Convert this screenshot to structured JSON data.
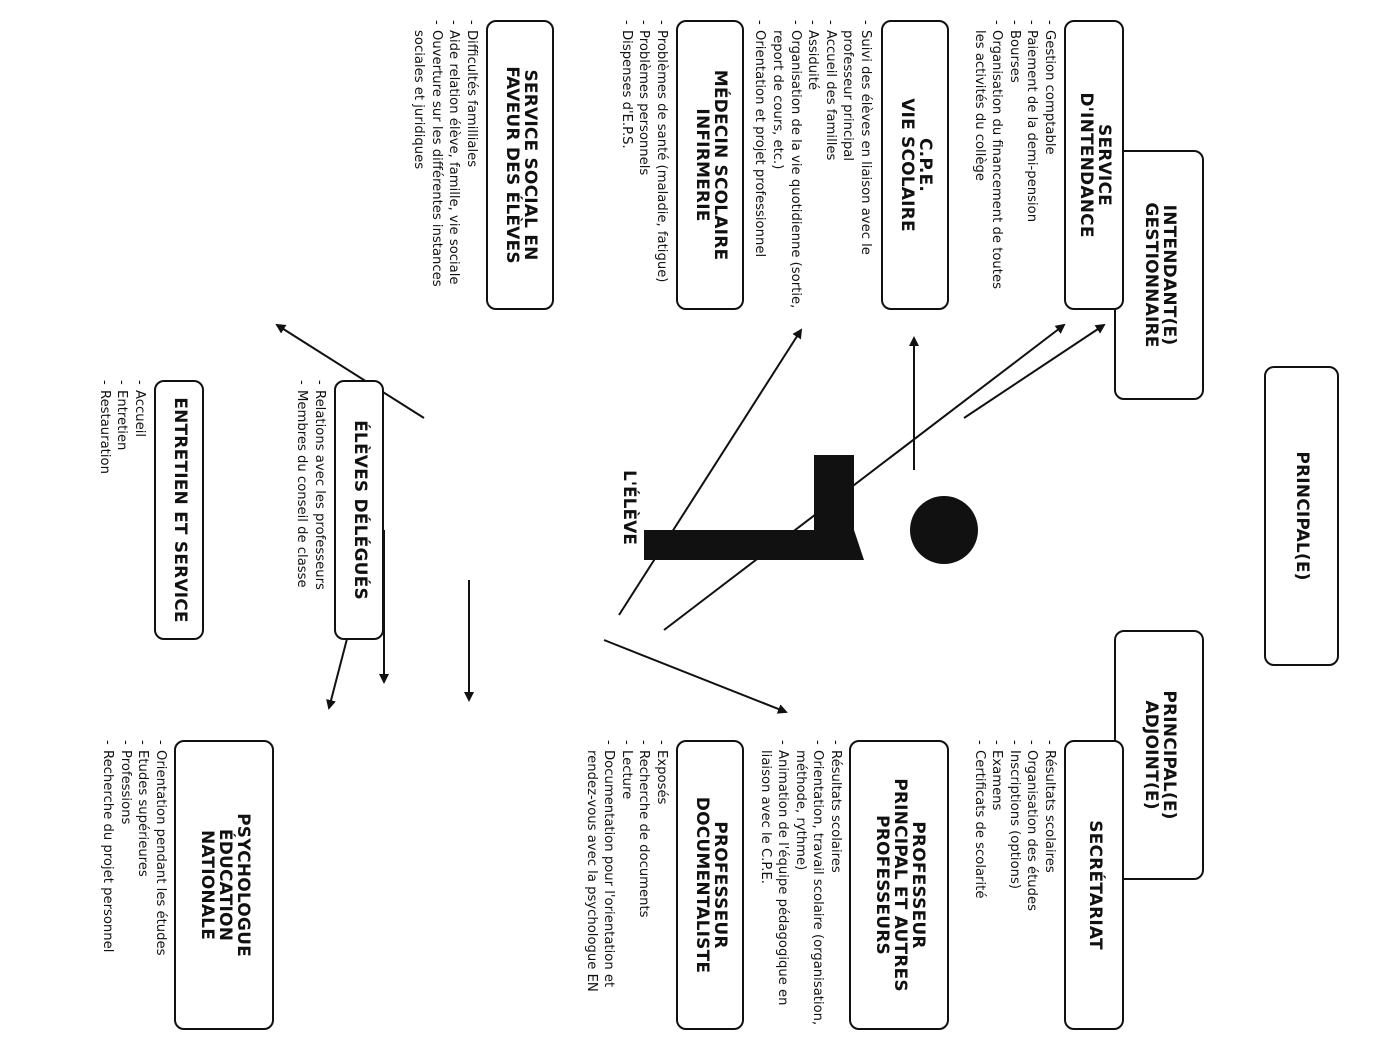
{
  "title_box": "PRINCIPAL(E)",
  "intendant_box": {
    "line1": "INTENDANT(E)",
    "line2": "GESTIONNAIRE"
  },
  "adjoint_box": {
    "line1": "PRINCIPAL(E)",
    "line2": "ADJOINT(E)"
  },
  "center_label": "L'ÉLÈVE",
  "intendance": {
    "line1": "SERVICE",
    "line2": "D'INTENDANCE",
    "items": [
      "Gestion comptable",
      "Paiement de la demi-pension",
      "Bourses",
      "Organisation du financement de toutes les activités du collège"
    ]
  },
  "secretariat": {
    "line1": "SECRÉTARIAT",
    "items": [
      "Résultats scolaires",
      "Organisation des études",
      "Inscriptions (options)",
      "Examens",
      "Certificats de scolarité"
    ]
  },
  "cpe": {
    "line1": "C.P.E.",
    "line2": "VIE SCOLAIRE",
    "items": [
      "Suivi des élèves en liaison avec le professeur principal",
      "Accueil des familles",
      "Assiduité",
      "Organisation de la vie quotidienne (sortie, report de cours, etc.)",
      "Orientation et projet professionnel"
    ]
  },
  "profs": {
    "line1": "PROFESSEUR",
    "line2": "PRINCIPAL ET AUTRES",
    "line3": "PROFESSEURS",
    "items": [
      "Résultats scolaires",
      "Orientation, travail scolaire (organisation, méthode, rythme)",
      "Animation de l'équipe pédagogique en liaison avec le C.P.E."
    ]
  },
  "medecin": {
    "line1": "MÉDECIN SCOLAIRE",
    "line2": "INFIRMERIE",
    "items": [
      "Problèmes de santé (maladie, fatigue)",
      "Problèmes personnels",
      "Dispenses d'E.P.S."
    ]
  },
  "documentaliste": {
    "line1": "PROFESSEUR",
    "line2": "DOCUMENTALISTE",
    "items": [
      "Exposés",
      "Recherche de documents",
      "Lecture",
      "Documentation pour l'orientation et rendez-vous avec la psychologue EN"
    ]
  },
  "social": {
    "line1": "SERVICE SOCIAL EN",
    "line2": "FAVEUR DES ÉLÈVES",
    "items": [
      "Difficultés familliales",
      "Aide relation élève, famille, vie sociale",
      "Ouverture sur les différentes instances sociales et juridiques"
    ]
  },
  "delegues": {
    "line1": "ÉLÈVES DÉLÉGUÉS",
    "items": [
      "Relations avec les professeurs",
      "Membres du conseil de classe"
    ]
  },
  "psychologue": {
    "line1": "PSYCHOLOGUE",
    "line2": "ÉDUCATION",
    "line3": "NATIONALE",
    "items": [
      "Orientation pendant les études",
      "Etudes supérieures",
      "Professions",
      "Recherche du projet personnel"
    ]
  },
  "entretien": {
    "line1": "ENTRETIEN ET SERVICE",
    "items": [
      "Accueil",
      "Entretien",
      "Restauration"
    ]
  }
}
